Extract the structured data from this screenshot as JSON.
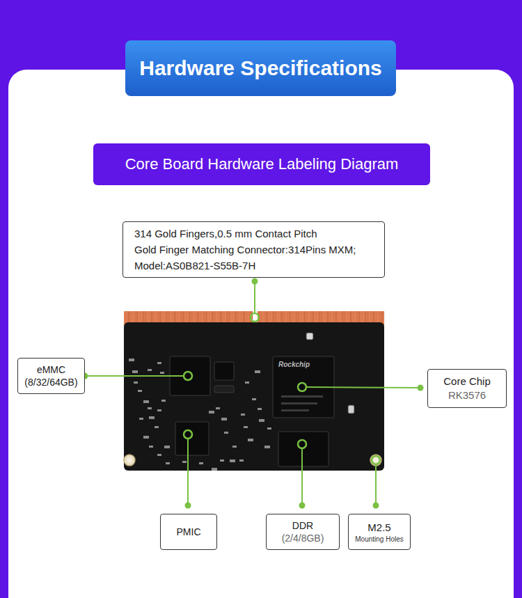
{
  "diagram": {
    "title": "Hardware Specifications",
    "nodes": [
      {
        "text": [
          "Core Board Hardware Labeling Diagram"
        ]
      },
      {
        "text": [
          "314 Gold Fingers,0.5 mm Contact Pitch",
          "Gold Finger Matching Connector:314Pins MXM;",
          "Model:AS0B821-S55B-7H"
        ]
      },
      {
        "text": [
          "eMMC",
          "(8/32/64GB)"
        ]
      },
      {
        "text": [
          "Core Chip",
          "RK3576"
        ]
      },
      {
        "text": [
          "PMIC"
        ]
      },
      {
        "text": [
          "DDR",
          "(2/4/8GB)"
        ]
      },
      {
        "text": [
          "M2.5",
          "Mounting Holes"
        ]
      }
    ],
    "labels": [
      "Rockchip"
    ]
  }
}
